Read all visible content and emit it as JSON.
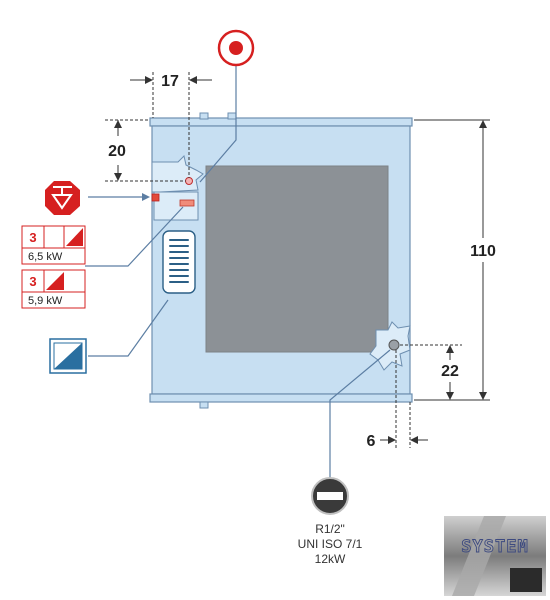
{
  "dimensions": {
    "top_offset_width": "17",
    "top_offset_height": "20",
    "total_height": "110",
    "bottom_offset_height": "22",
    "bottom_offset_width": "6"
  },
  "electrical": {
    "three_phase_a_num": "3",
    "three_phase_a_power": "6,5 kW",
    "three_phase_b_num": "3",
    "three_phase_b_power": "5,9 kW"
  },
  "gas_connection": {
    "thread": "R1/2\"",
    "standard": "UNI ISO 7/1",
    "power": "12kW"
  },
  "logo": {
    "text": "SYSTEM"
  },
  "colors": {
    "body": "#c7dff2",
    "outline": "#6e8fb0",
    "glass": "#8c9196",
    "leader": "#5c7ea3",
    "accent_red": "#d62020",
    "accent_blue": "#2a6fa0"
  }
}
